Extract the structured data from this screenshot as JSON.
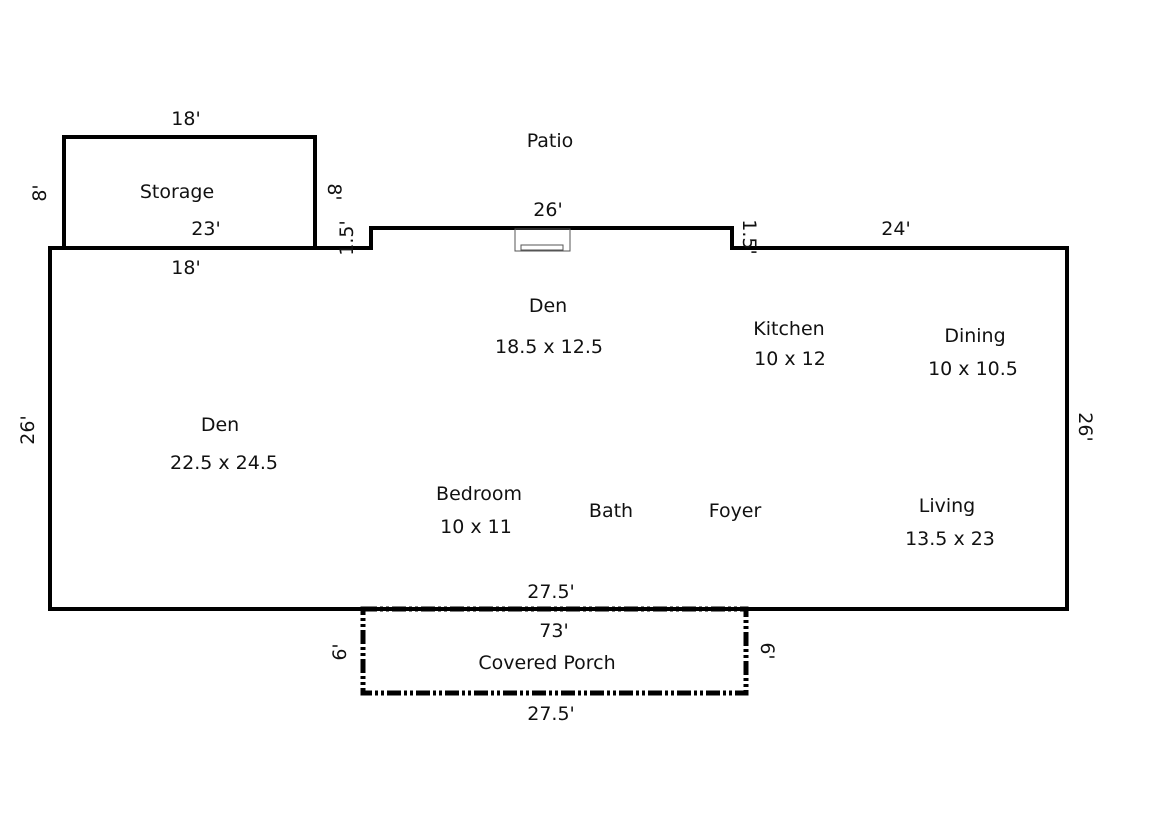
{
  "rooms": {
    "patio": "Patio",
    "storage": "Storage",
    "den_upper": {
      "name": "Den",
      "size": "18.5 x 12.5"
    },
    "den_left": {
      "name": "Den",
      "size": "22.5 x 24.5"
    },
    "kitchen": {
      "name": "Kitchen",
      "size": "10 x 12"
    },
    "dining": {
      "name": "Dining",
      "size": "10 x 10.5"
    },
    "bedroom": {
      "name": "Bedroom",
      "size": "10 x 11"
    },
    "bath": "Bath",
    "foyer": "Foyer",
    "living": {
      "name": "Living",
      "size": "13.5 x 23"
    },
    "covered_porch": "Covered Porch"
  },
  "dimensions": {
    "storage_top": "18'",
    "storage_bottom": "18'",
    "storage_left": "8'",
    "storage_right": "8'",
    "storage_inner": "23'",
    "bump_width": "26'",
    "bump_left_step": "1.5'",
    "bump_right_step": "1.5'",
    "right_top": "24'",
    "left_side": "26'",
    "right_side": "26'",
    "bottom_wall": "27.5'",
    "total_length": "73'",
    "porch_left": "6'",
    "porch_right": "6'",
    "porch_bottom": "27.5'"
  }
}
